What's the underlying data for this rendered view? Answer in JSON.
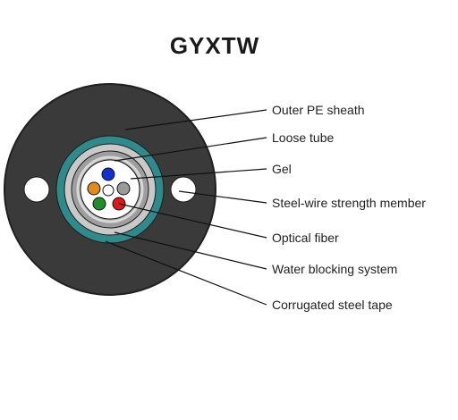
{
  "title": "GYXTW",
  "colors": {
    "outer_sheath": "#3a3a3a",
    "outer_sheath_edge": "#1f1f1f",
    "corrugated_tape": "#2f8b8b",
    "water_blocking": "#c9c9c9",
    "loose_tube": "#9e9e9e",
    "gel": "#ffffff",
    "strength_member": "#ffffff"
  },
  "fibers": [
    {
      "color": "#1030d0",
      "icon": "blue-fiber"
    },
    {
      "color": "#e38a1c",
      "icon": "orange-fiber"
    },
    {
      "color": "#ffffff",
      "icon": "white-fiber"
    },
    {
      "color": "#9a9a9a",
      "icon": "gray-fiber"
    },
    {
      "color": "#1f8f2a",
      "icon": "green-fiber"
    },
    {
      "color": "#e01818",
      "icon": "red-fiber"
    }
  ],
  "labels": {
    "outer_pe_sheath": "Outer PE sheath",
    "loose_tube": "Loose tube",
    "gel": "Gel",
    "steel_wire": "Steel-wire strength member",
    "optical_fiber": "Optical fiber",
    "water_blocking": "Water blocking system",
    "corrugated_steel_tape": "Corrugated steel tape"
  }
}
